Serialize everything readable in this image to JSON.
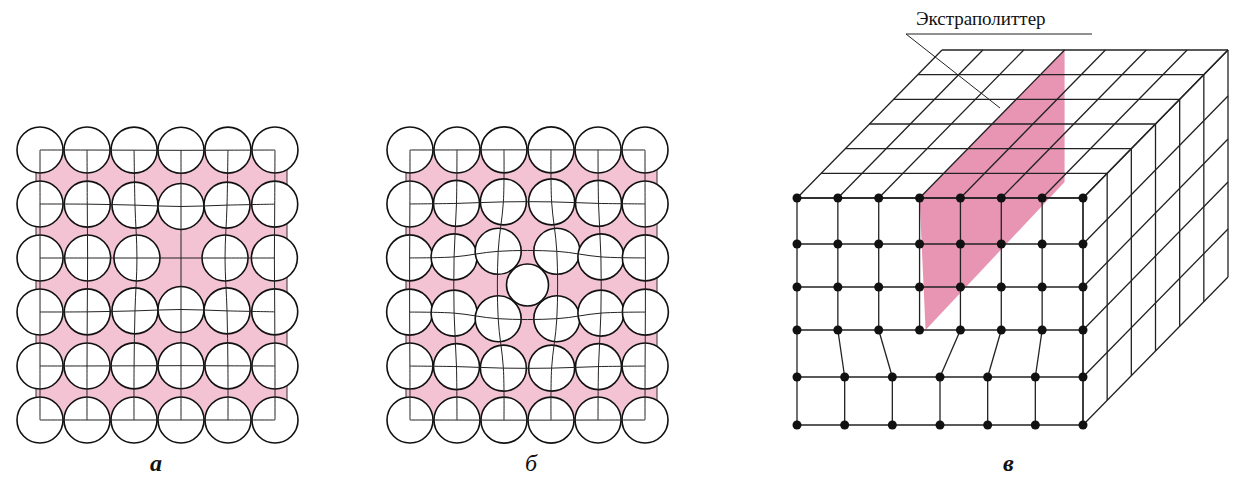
{
  "diagram": {
    "labels": [
      "Экстраполиттер",
      "а",
      "б",
      "в"
    ]
  }
}
